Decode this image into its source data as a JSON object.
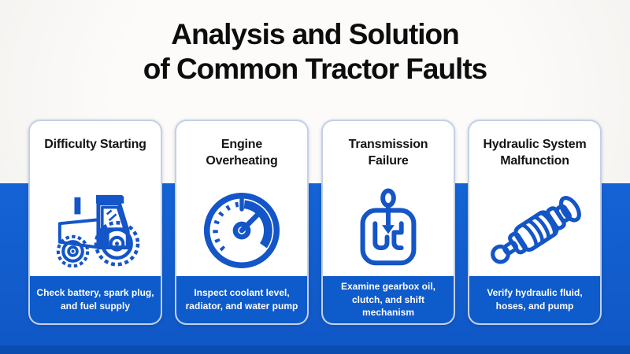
{
  "title": {
    "line1": "Analysis and Solution",
    "line2": "of Common Tractor Faults"
  },
  "colors": {
    "band_blue": "#1463d6",
    "footer_blue": "#0e5bcb",
    "strip_blue": "#094aa6",
    "icon_blue": "#1455c8"
  },
  "cards": [
    {
      "heading": "Difficulty Starting",
      "icon": "tractor-icon",
      "tip": "Check battery, spark plug, and fuel supply"
    },
    {
      "heading": "Engine Overheating",
      "icon": "gauge-icon",
      "tip": "Inspect coolant level, radiator, and water pump"
    },
    {
      "heading": "Transmission Failure",
      "icon": "gear-shift-icon",
      "tip": "Examine gearbox oil, clutch, and shift mechanism"
    },
    {
      "heading": "Hydraulic System Malfunction",
      "icon": "hydraulic-cylinder-icon",
      "tip": "Verify hydraulic fluid, hoses, and pump"
    }
  ]
}
